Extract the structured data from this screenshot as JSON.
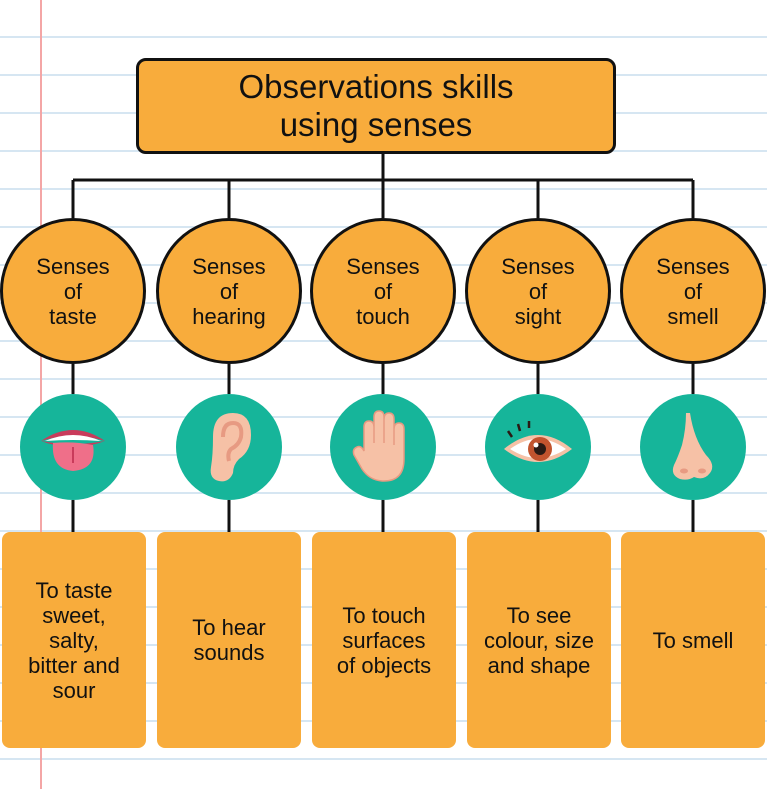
{
  "title": "Observations skills\nusing senses",
  "senses": [
    {
      "label": "Senses\nof\ntaste",
      "icon": "tongue-icon",
      "description": "To taste\nsweet,\nsalty,\nbitter and\nsour"
    },
    {
      "label": "Senses\nof\nhearing",
      "icon": "ear-icon",
      "description": "To hear\nsounds"
    },
    {
      "label": "Senses\nof\ntouch",
      "icon": "hand-icon",
      "description": "To touch\nsurfaces\nof objects"
    },
    {
      "label": "Senses\nof\nsight",
      "icon": "eye-icon",
      "description": "To see\ncolour, size\nand shape"
    },
    {
      "label": "Senses\nof\nsmell",
      "icon": "nose-icon",
      "description": "To smell"
    }
  ],
  "colors": {
    "box": "#f8ac3c",
    "icon_bg": "#16b59a",
    "line": "#111111",
    "paper_rule": "#d6e6f2",
    "margin_rule": "#f4a6a6"
  }
}
